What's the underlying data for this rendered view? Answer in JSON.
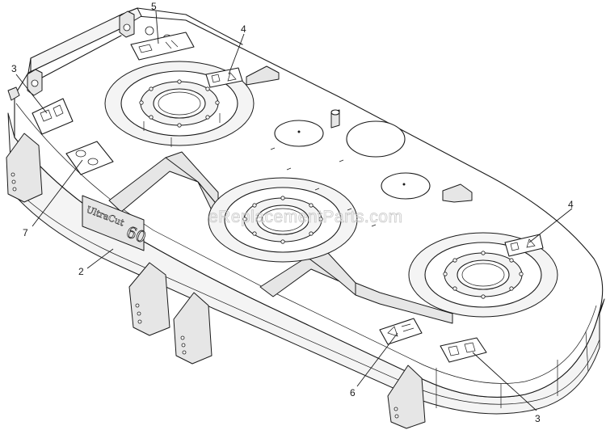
{
  "watermark": "eReplacementParts.com",
  "deck_badge": {
    "brand": "UltraCut",
    "model": "60"
  },
  "callouts": [
    {
      "id": "c5",
      "label": "5"
    },
    {
      "id": "c4a",
      "label": "4"
    },
    {
      "id": "c3a",
      "label": "3"
    },
    {
      "id": "c7",
      "label": "7"
    },
    {
      "id": "c2",
      "label": "2"
    },
    {
      "id": "c4b",
      "label": "4"
    },
    {
      "id": "c6",
      "label": "6"
    },
    {
      "id": "c3b",
      "label": "3"
    }
  ]
}
